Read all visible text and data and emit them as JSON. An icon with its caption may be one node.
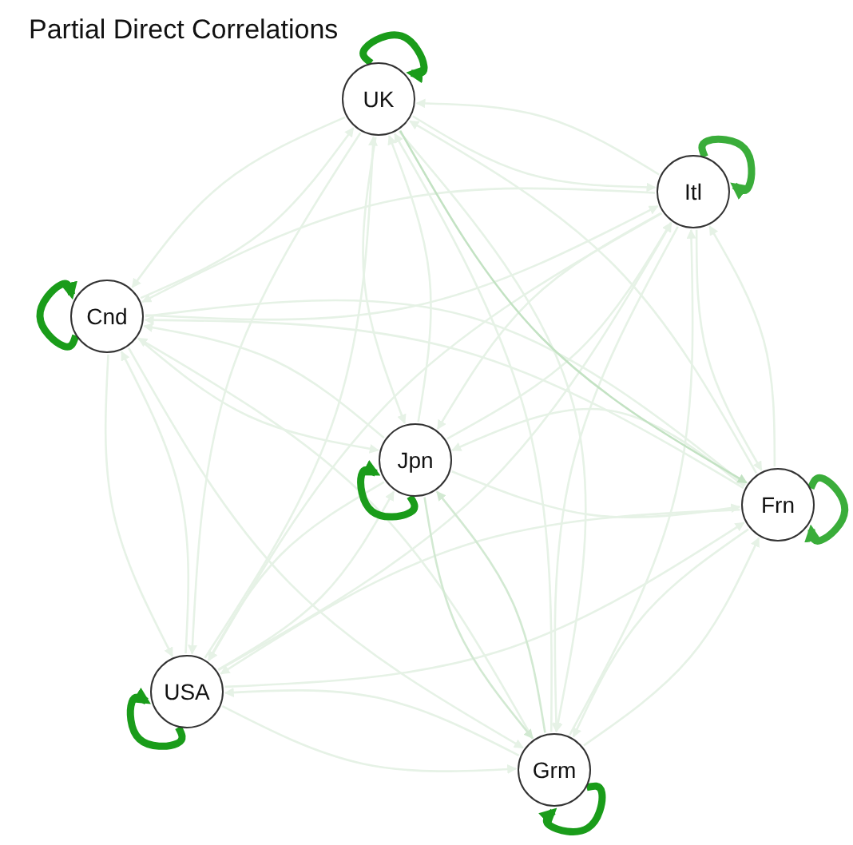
{
  "diagram": {
    "title": "Partial Direct Correlations",
    "nodes": [
      {
        "text": [
          "UK"
        ]
      },
      {
        "text": [
          "Itl"
        ]
      },
      {
        "text": [
          "Cnd"
        ]
      },
      {
        "text": [
          "Jpn"
        ]
      },
      {
        "text": [
          "Frn"
        ]
      },
      {
        "text": [
          "USA"
        ]
      },
      {
        "text": [
          "Grm"
        ]
      }
    ],
    "edges": [
      {
        "from": 0,
        "to": 0,
        "arrow": "to",
        "style": "thick",
        "color": "#1a9c1a"
      },
      {
        "from": 1,
        "to": 1,
        "arrow": "to",
        "style": "thick",
        "color": "#3aad3a"
      },
      {
        "from": 2,
        "to": 2,
        "arrow": "to",
        "style": "thick",
        "color": "#1a9c1a"
      },
      {
        "from": 3,
        "to": 3,
        "arrow": "to",
        "style": "thick",
        "color": "#1a9c1a"
      },
      {
        "from": 4,
        "to": 4,
        "arrow": "to",
        "style": "thick",
        "color": "#3aad3a"
      },
      {
        "from": 5,
        "to": 5,
        "arrow": "to",
        "style": "thick",
        "color": "#1a9c1a"
      },
      {
        "from": 6,
        "to": 6,
        "arrow": "to",
        "style": "thick",
        "color": "#1a9c1a"
      },
      {
        "from": 0,
        "to": 1,
        "arrow": "to"
      },
      {
        "from": 0,
        "to": 2,
        "arrow": "to"
      },
      {
        "from": 0,
        "to": 3,
        "arrow": "to"
      },
      {
        "from": 0,
        "to": 4,
        "arrow": "to",
        "color": "#c3e2c3"
      },
      {
        "from": 0,
        "to": 5,
        "arrow": "to"
      },
      {
        "from": 0,
        "to": 6,
        "arrow": "to"
      },
      {
        "from": 1,
        "to": 0,
        "arrow": "to"
      },
      {
        "from": 1,
        "to": 2,
        "arrow": "to"
      },
      {
        "from": 1,
        "to": 3,
        "arrow": "to"
      },
      {
        "from": 1,
        "to": 4,
        "arrow": "to"
      },
      {
        "from": 1,
        "to": 5,
        "arrow": "to"
      },
      {
        "from": 1,
        "to": 6,
        "arrow": "to"
      },
      {
        "from": 2,
        "to": 0,
        "arrow": "to"
      },
      {
        "from": 2,
        "to": 1,
        "arrow": "to"
      },
      {
        "from": 2,
        "to": 3,
        "arrow": "to"
      },
      {
        "from": 2,
        "to": 4,
        "arrow": "to"
      },
      {
        "from": 2,
        "to": 5,
        "arrow": "to"
      },
      {
        "from": 2,
        "to": 6,
        "arrow": "to"
      },
      {
        "from": 3,
        "to": 0,
        "arrow": "to"
      },
      {
        "from": 3,
        "to": 1,
        "arrow": "to"
      },
      {
        "from": 3,
        "to": 2,
        "arrow": "to"
      },
      {
        "from": 3,
        "to": 4,
        "arrow": "to"
      },
      {
        "from": 3,
        "to": 5,
        "arrow": "to"
      },
      {
        "from": 3,
        "to": 6,
        "arrow": "to",
        "color": "#d2e9d2"
      },
      {
        "from": 4,
        "to": 0,
        "arrow": "to"
      },
      {
        "from": 4,
        "to": 1,
        "arrow": "to"
      },
      {
        "from": 4,
        "to": 2,
        "arrow": "to"
      },
      {
        "from": 4,
        "to": 3,
        "arrow": "to"
      },
      {
        "from": 4,
        "to": 5,
        "arrow": "to"
      },
      {
        "from": 4,
        "to": 6,
        "arrow": "to"
      },
      {
        "from": 5,
        "to": 0,
        "arrow": "to"
      },
      {
        "from": 5,
        "to": 1,
        "arrow": "to"
      },
      {
        "from": 5,
        "to": 2,
        "arrow": "to"
      },
      {
        "from": 5,
        "to": 3,
        "arrow": "to"
      },
      {
        "from": 5,
        "to": 4,
        "arrow": "to"
      },
      {
        "from": 5,
        "to": 6,
        "arrow": "to"
      },
      {
        "from": 6,
        "to": 0,
        "arrow": "to"
      },
      {
        "from": 6,
        "to": 1,
        "arrow": "to"
      },
      {
        "from": 6,
        "to": 2,
        "arrow": "to"
      },
      {
        "from": 6,
        "to": 3,
        "arrow": "to",
        "color": "#d2e9d2"
      },
      {
        "from": 6,
        "to": 4,
        "arrow": "to"
      },
      {
        "from": 6,
        "to": 5,
        "arrow": "to"
      }
    ]
  }
}
